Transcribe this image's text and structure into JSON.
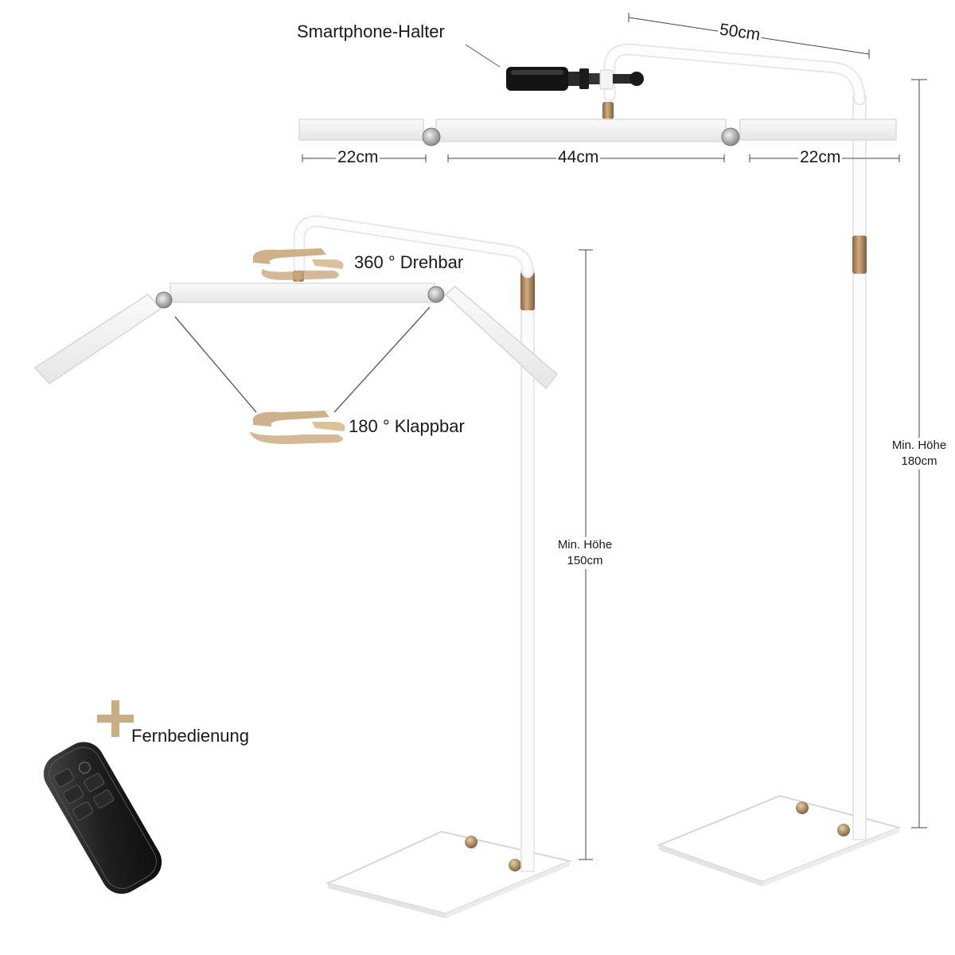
{
  "labels": {
    "phone_holder": "Smartphone-Halter",
    "rotate": "360 ° Drehbar",
    "fold": "180 ° Klappbar",
    "remote": "Fernbedienung"
  },
  "dimensions": {
    "arm_reach": "50cm",
    "left_panel": "22cm",
    "center_panel": "44cm",
    "right_panel": "22cm",
    "tall_height_line1": "Min. Höhe",
    "tall_height_line2": "180cm",
    "short_height_line1": "Min. Höhe",
    "short_height_line2": "150cm"
  },
  "colors": {
    "accent_gold": "#c8ad85",
    "bronze": "#b48a5f",
    "lamp_white": "#f4f4f4",
    "remote_black": "#1e1e1e"
  }
}
